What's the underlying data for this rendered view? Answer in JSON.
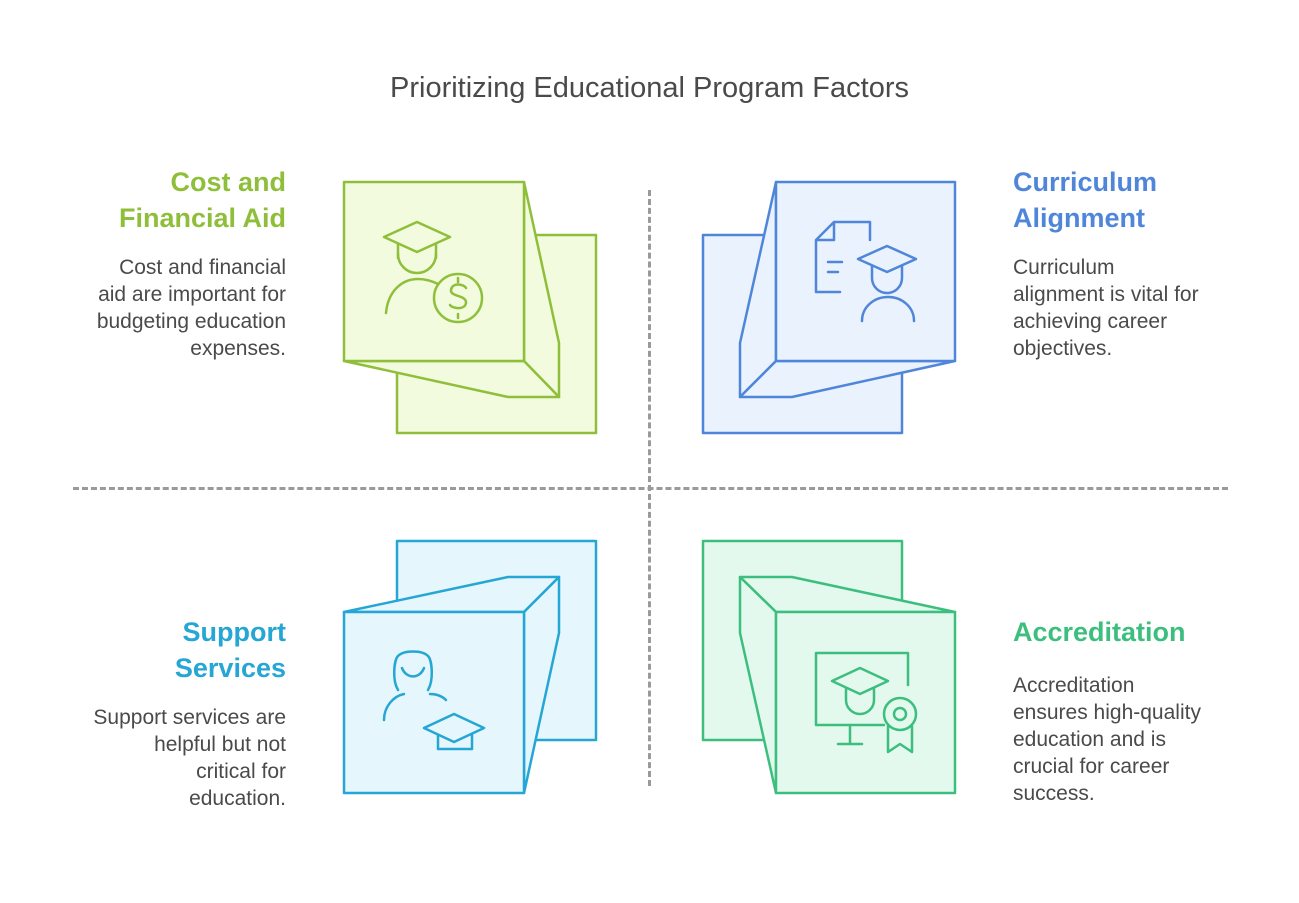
{
  "title": "Prioritizing Educational Program Factors",
  "colors": {
    "green": "#8fbf3a",
    "blue": "#4f86d9",
    "cyan": "#25a6d4",
    "teal": "#3cbf7e"
  },
  "quadrants": {
    "top_left": {
      "heading_line1": "Cost and",
      "heading_line2": "Financial Aid",
      "desc_lines": [
        "Cost and financial",
        "aid are important for",
        "budgeting education",
        "expenses."
      ],
      "icon": "graduate-dollar-icon"
    },
    "top_right": {
      "heading_line1": "Curriculum",
      "heading_line2": "Alignment",
      "desc_lines": [
        "Curriculum",
        "alignment is vital for",
        "achieving career",
        "objectives."
      ],
      "icon": "document-graduate-icon"
    },
    "bottom_left": {
      "heading_line1": "Support",
      "heading_line2": "Services",
      "desc_lines": [
        "Support services are",
        "helpful but not",
        "critical for",
        "education."
      ],
      "icon": "person-graduation-cap-icon"
    },
    "bottom_right": {
      "heading_line1": "Accreditation",
      "heading_line2": "",
      "desc_lines": [
        "Accreditation",
        "ensures high-quality",
        "education and is",
        "crucial for career",
        "success."
      ],
      "icon": "monitor-certificate-icon"
    }
  }
}
